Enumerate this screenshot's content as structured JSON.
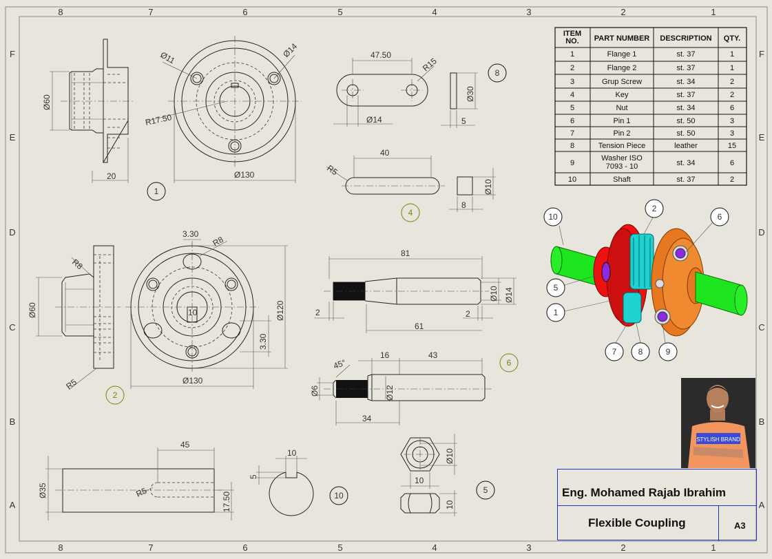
{
  "zones": {
    "columns": [
      "8",
      "7",
      "6",
      "5",
      "4",
      "3",
      "2",
      "1"
    ],
    "rows": [
      "F",
      "E",
      "D",
      "C",
      "B",
      "A"
    ]
  },
  "bom": {
    "headers": [
      "ITEM NO.",
      "PART NUMBER",
      "DESCRIPTION",
      "QTY."
    ],
    "rows": [
      [
        "1",
        "Flange 1",
        "st. 37",
        "1"
      ],
      [
        "2",
        "Flange 2",
        "st. 37",
        "1"
      ],
      [
        "3",
        "Grup Screw",
        "st. 34",
        "2"
      ],
      [
        "4",
        "Key",
        "st. 37",
        "2"
      ],
      [
        "5",
        "Nut",
        "st. 34",
        "6"
      ],
      [
        "6",
        "Pin 1",
        "st. 50",
        "3"
      ],
      [
        "7",
        "Pin 2",
        "st. 50",
        "3"
      ],
      [
        "8",
        "Tension Piece",
        "leather",
        "15"
      ],
      [
        "9",
        "Washer ISO 7093 - 10",
        "st. 34",
        "6"
      ],
      [
        "10",
        "Shaft",
        "st. 37",
        "2"
      ]
    ]
  },
  "dims": {
    "f1_dia60": "Ø60",
    "f1_20": "20",
    "f1_dia11": "Ø11",
    "f1_dia14": "Ø14",
    "f1_r1750": "R17.50",
    "f1_dia130": "Ø130",
    "f2_r8a": "R8",
    "f2_dia60": "Ø60",
    "f2_r5": "R5",
    "f2_330a": "3.30",
    "f2_r8b": "R8",
    "f2_10": "10",
    "f2_dia120": "Ø120",
    "f2_330b": "3.30",
    "f2_dia130": "Ø130",
    "tp_4750": "47.50",
    "tp_r15": "R15",
    "tp_dia14": "Ø14",
    "tp_dia30": "Ø30",
    "tp_5": "5",
    "key_40": "40",
    "key_r5": "R5",
    "key_dia10": "Ø10",
    "key_8": "8",
    "p1_81": "81",
    "p1_dia10": "Ø10",
    "p1_dia14": "Ø14",
    "p1_2a": "2",
    "p1_2b": "2",
    "p1_61": "61",
    "p2_45": "45°",
    "p2_16": "16",
    "p2_43": "43",
    "p2_dia6": "Ø6",
    "p2_dia12": "Ø12",
    "p2_34": "34",
    "sh_45": "45",
    "sh_dia35": "Ø35",
    "sh_r5": "R5",
    "sh_1750": "17.50",
    "ks_10": "10",
    "ks_5": "5",
    "nut_dia10": "Ø10",
    "nut_10a": "10",
    "nut_10b": "10"
  },
  "balloons": {
    "v1": "1",
    "v2": "2",
    "v4": "4",
    "v6": "6",
    "v8": "8",
    "v5": "5",
    "v10": "10",
    "a10": "10",
    "a2": "2",
    "a6": "6",
    "a5": "5",
    "a1": "1",
    "a7": "7",
    "a8": "8",
    "a9": "9"
  },
  "title_block": {
    "author": "Eng. Mohamed Rajab Ibrahim",
    "title": "Flexible Coupling",
    "size": "A3"
  },
  "photo": {
    "shirt_text": "STYLISH BRAND"
  },
  "colors": {
    "shaft": "#1ee61e",
    "flange1": "#ee1111",
    "flange2": "#e77820",
    "pins": "#1fd2d2",
    "nuts": "#8a2be2",
    "olive_balloon": "#7d7d10",
    "titleblock_border": "#2233cc"
  }
}
